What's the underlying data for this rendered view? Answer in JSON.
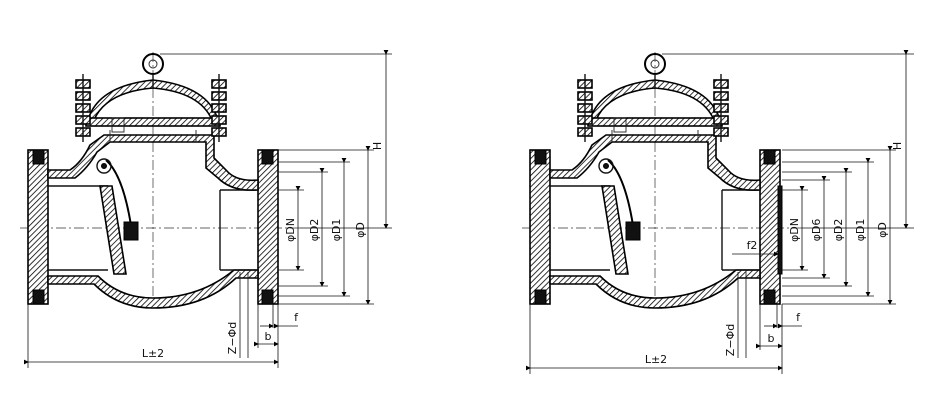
{
  "colors": {
    "ink": "#000000",
    "paper": "#ffffff"
  },
  "left_drawing": {
    "labels": {
      "H": "H",
      "DN": "φDN",
      "D2": "φD2",
      "D1": "φD1",
      "D": "φD",
      "Z": "Z−Φd",
      "b": "b",
      "f": "f",
      "L": "L±2"
    }
  },
  "right_drawing": {
    "labels": {
      "H": "H",
      "DN": "φDN",
      "D6": "φD6",
      "D2": "φD2",
      "D1": "φD1",
      "D": "φD",
      "f2": "f2",
      "Z": "Z−Φd",
      "b": "b",
      "f": "f",
      "L": "L±2"
    }
  }
}
